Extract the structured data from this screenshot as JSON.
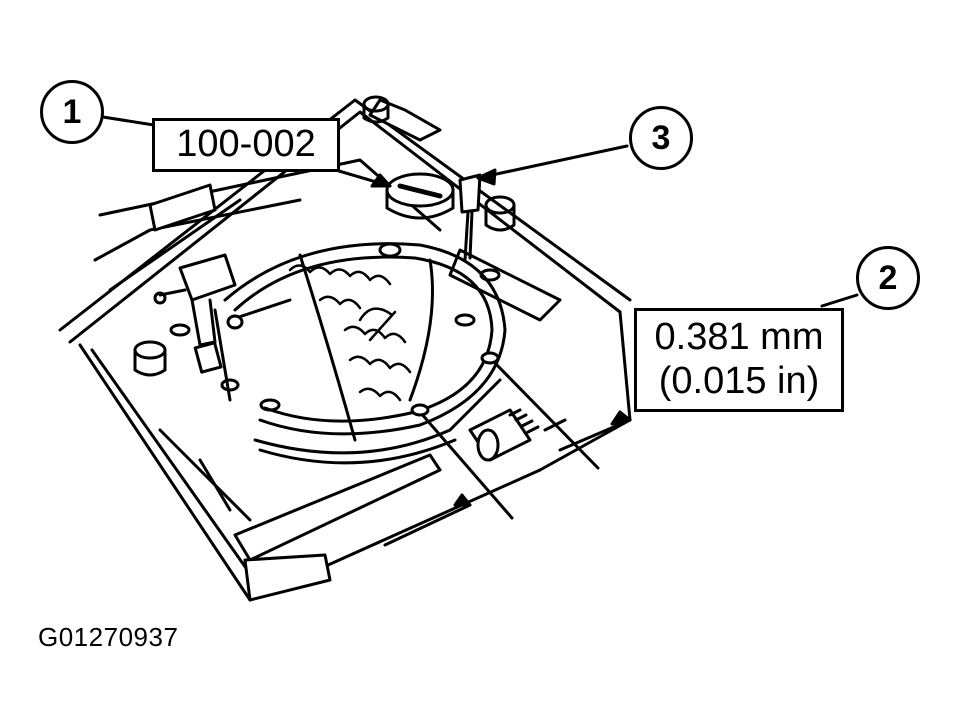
{
  "callouts": [
    {
      "number": "1"
    },
    {
      "number": "2"
    },
    {
      "number": "3"
    }
  ],
  "labels": {
    "tool_number": "100-002",
    "measurement_metric": "0.381 mm",
    "measurement_imperial": "(0.015 in)"
  },
  "figure_id": "G01270937",
  "colors": {
    "ink": "#000000",
    "paper": "#ffffff",
    "shade": "#bdbdbd"
  }
}
